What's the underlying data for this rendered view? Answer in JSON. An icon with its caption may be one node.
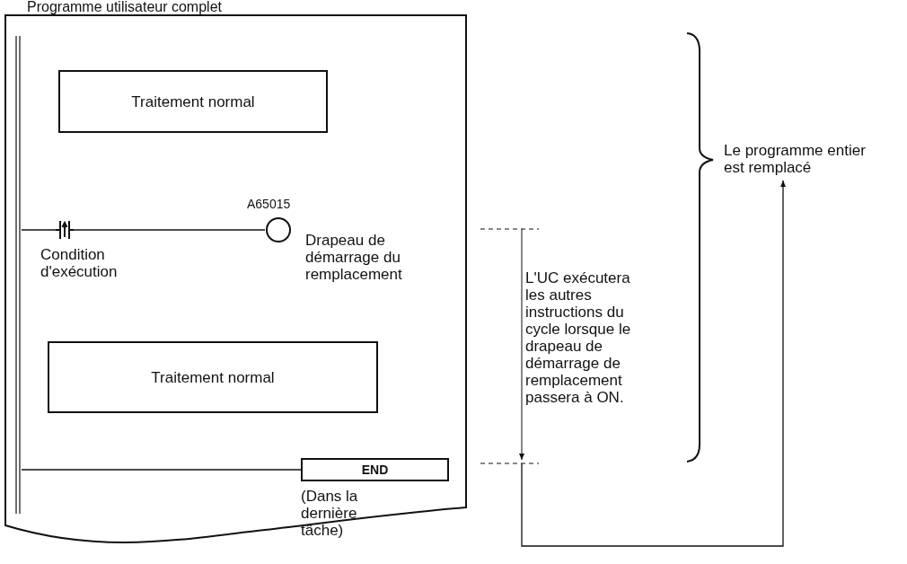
{
  "diagram": {
    "nodes": [
      {
        "text": [
          "Programme utilisateur complet"
        ]
      },
      {
        "text": [],
        "shape": "bar",
        "in": 0
      },
      {
        "text": [
          "Traitement normal"
        ],
        "in": 0
      },
      {
        "text": [],
        "shape": "contact",
        "beside": [
          "Condition d'exécution"
        ],
        "in": 0
      },
      {
        "text": [],
        "shape": "circle",
        "beside": [
          "A65015",
          "Drapeau de démarrage du remplacement"
        ],
        "in": 0
      },
      {
        "text": [
          "Traitement normal"
        ],
        "in": 0
      },
      {
        "text": [
          "END"
        ],
        "beside": [
          "(Dans la dernière tâche)"
        ],
        "in": 0
      },
      {
        "text": [
          "Le programme entier est remplacé"
        ]
      }
    ],
    "edges": [
      {
        "from": 1,
        "to": 3,
        "arrow": "none"
      },
      {
        "from": 3,
        "to": 4,
        "arrow": "none"
      },
      {
        "from": 1,
        "to": 6,
        "arrow": "none"
      },
      {
        "from": null,
        "to": 7,
        "arrow": "to"
      }
    ],
    "labels": [
      "L'UC exécutera les autres instructions du cycle lorsque le drapeau de démarrage de remplacement passera à ON."
    ]
  }
}
